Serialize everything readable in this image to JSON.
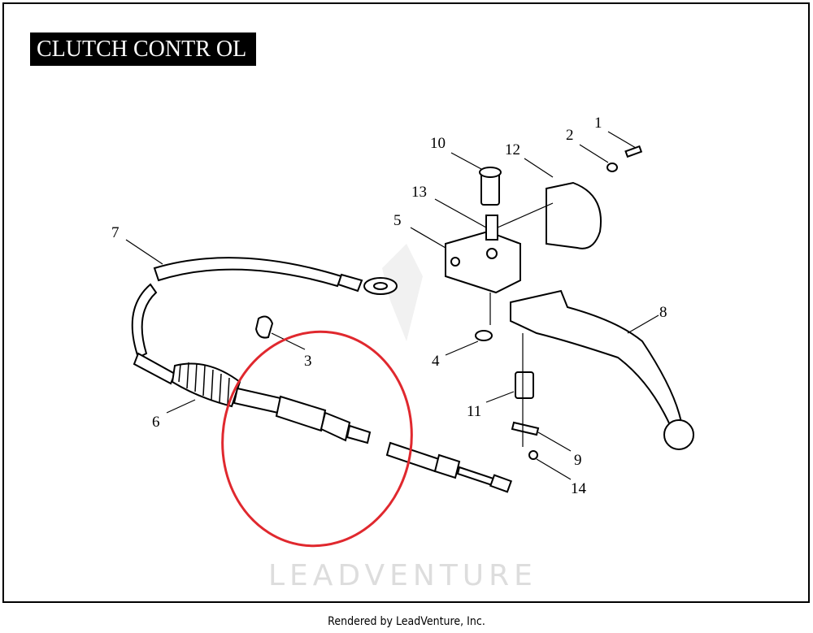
{
  "title": "CLUTCH CONTR OL",
  "footer": "Rendered by LeadVenture, Inc.",
  "watermark": "LEADVENTURE",
  "callouts": [
    "1",
    "2",
    "3",
    "4",
    "5",
    "6",
    "7",
    "8",
    "9",
    "10",
    "11",
    "12",
    "13",
    "14"
  ],
  "highlight_color": "#e0282e"
}
